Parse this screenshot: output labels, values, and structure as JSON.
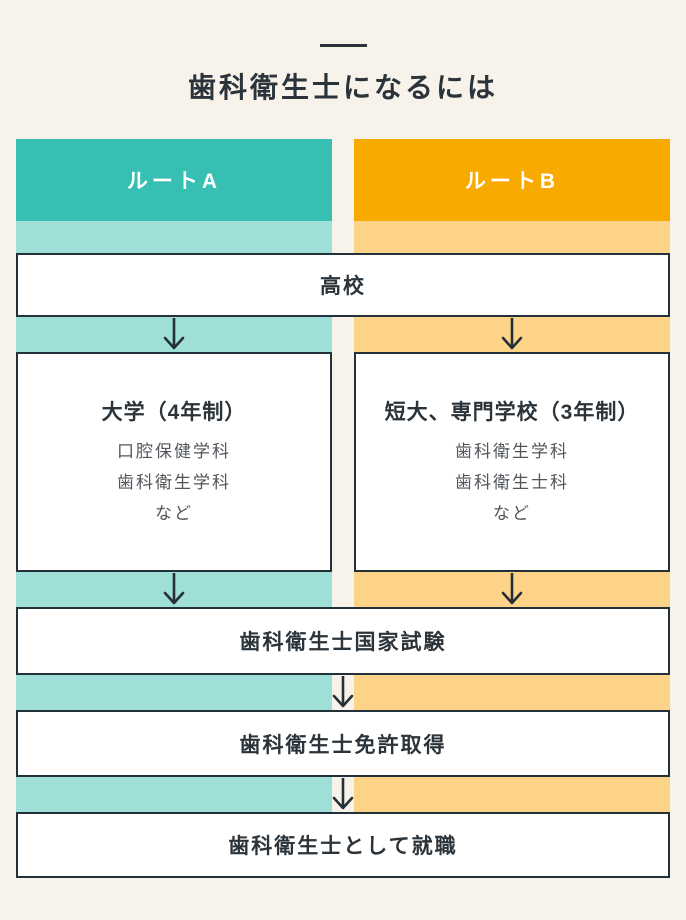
{
  "page": {
    "background_color": "#f7f3eb",
    "border_color": "#23313a",
    "arrow_color": "#242f37"
  },
  "title": "歯科衛生士になるには",
  "routes": [
    {
      "label": "ルートA",
      "color": "#38bfb3",
      "light_color": "#9fdfd8"
    },
    {
      "label": "ルートB",
      "color": "#f8aa01",
      "light_color": "#fcd387"
    }
  ],
  "steps": {
    "highschool": "高校",
    "university": {
      "title": "大学（4年制）",
      "lines": [
        "口腔保健学科",
        "歯科衛生学科",
        "など"
      ]
    },
    "college": {
      "title": "短大、専門学校（3年制）",
      "lines": [
        "歯科衛生学科",
        "歯科衛生士科",
        "など"
      ]
    },
    "exam": "歯科衛生士国家試験",
    "license": "歯科衛生士免許取得",
    "job": "歯科衛生士として就職"
  }
}
